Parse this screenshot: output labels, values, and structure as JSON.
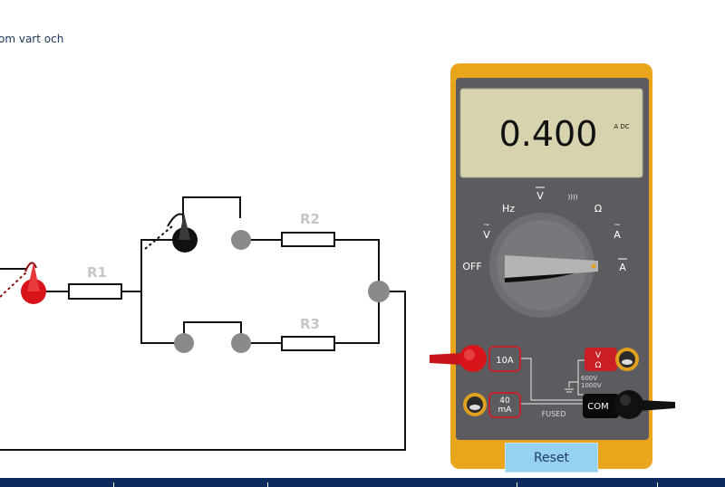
{
  "intro_text": "om vart och",
  "circuit": {
    "resistors": [
      "R1",
      "R2",
      "R3"
    ]
  },
  "multimeter": {
    "display_value": "0.400",
    "display_unit": "A DC",
    "dial_labels": {
      "off": "OFF",
      "vac": "V",
      "hz": "Hz",
      "vdc": "V",
      "continuity": "))))",
      "ohm": "Ω",
      "aac": "A",
      "adc": "A"
    },
    "dial_position": "A DC",
    "jacks": {
      "a10": "10A",
      "ma_top": "40",
      "ma_bottom": "mA",
      "v": "V",
      "ohm": "Ω",
      "com": "COM"
    },
    "ratings": [
      "600V",
      "1000V"
    ],
    "fused": "FUSED",
    "reset_label": "Reset"
  },
  "colors": {
    "body": "#e9a51c",
    "panel": "#5c5c60",
    "display": "#d6d3ae",
    "probe_red": "#d8141a",
    "probe_black": "#111111",
    "node": "#8a8a8a"
  }
}
